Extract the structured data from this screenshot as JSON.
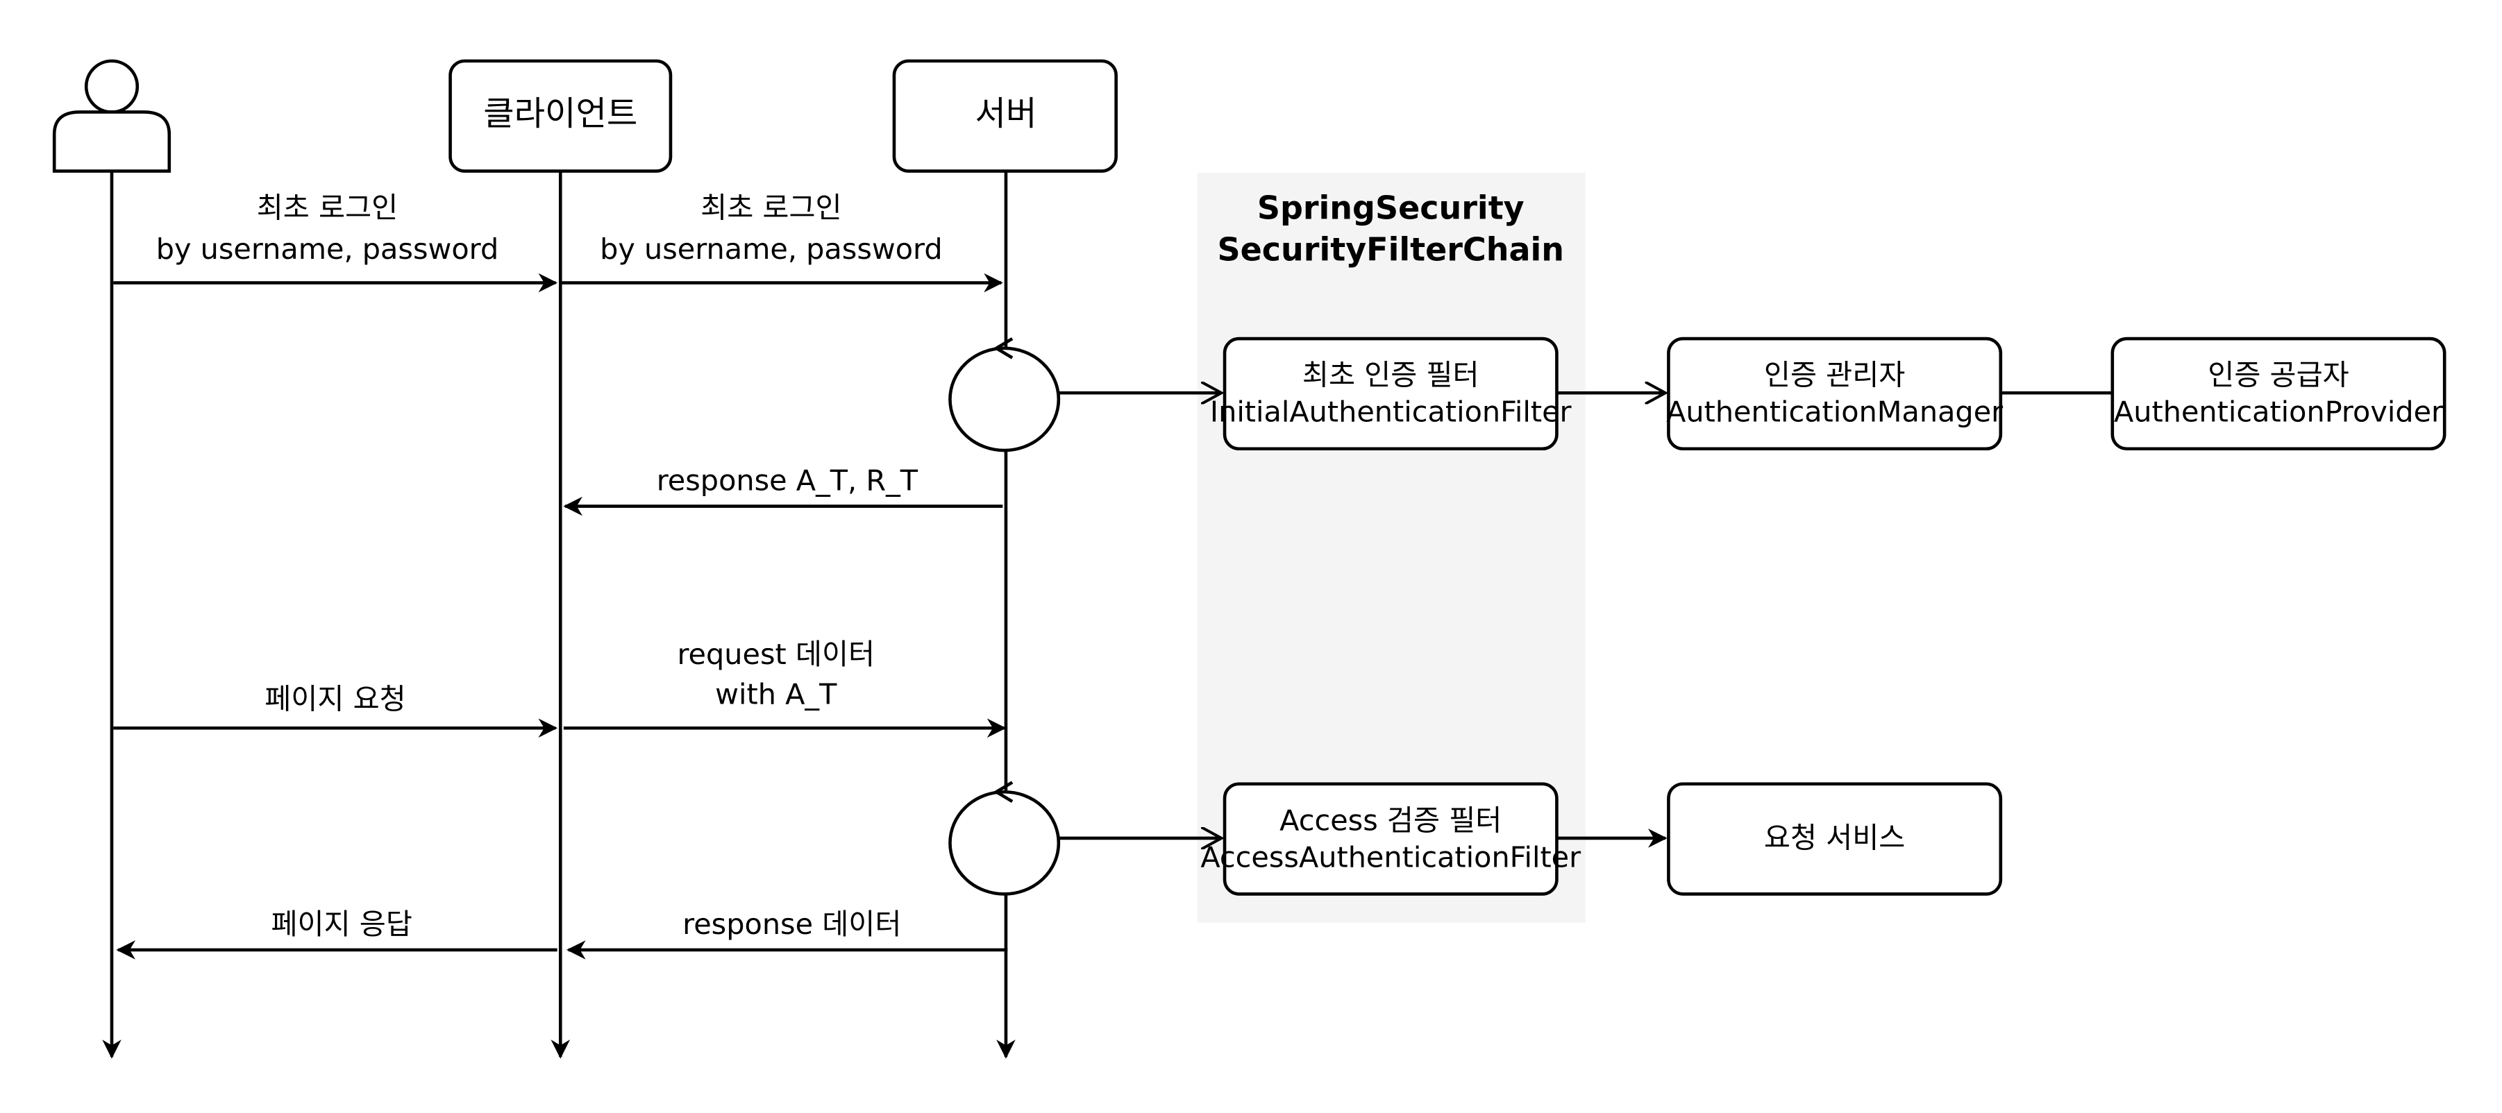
{
  "participants": {
    "user": "",
    "client": "클라이언트",
    "server": "서버"
  },
  "chain": {
    "title_line1": "SpringSecurity",
    "title_line2": "SecurityFilterChain"
  },
  "boxes": {
    "initial_filter": {
      "line1": "최초 인증 필터",
      "line2": "InitialAuthenticationFilter"
    },
    "auth_manager": {
      "line1": "인증 관리자",
      "line2": "AuthenticationManager"
    },
    "auth_provider": {
      "line1": "인증 공급자",
      "line2": "AuthenticationProvider"
    },
    "access_filter": {
      "line1": "Access 검증 필터",
      "line2": "AccessAuthenticationFilter"
    },
    "request_service": {
      "line1": "요청 서비스"
    }
  },
  "messages": {
    "m1": {
      "line1": "최초 로그인",
      "line2": "by username, password"
    },
    "m2": {
      "line1": "최초 로그인",
      "line2": "by username, password"
    },
    "m3": {
      "line1": "response A_T, R_T"
    },
    "m4": {
      "line1": "페이지 요청"
    },
    "m5": {
      "line1": "request 데이터",
      "line2": "with A_T"
    },
    "m6": {
      "line1": "response 데이터"
    },
    "m7": {
      "line1": "페이지 응답"
    }
  }
}
